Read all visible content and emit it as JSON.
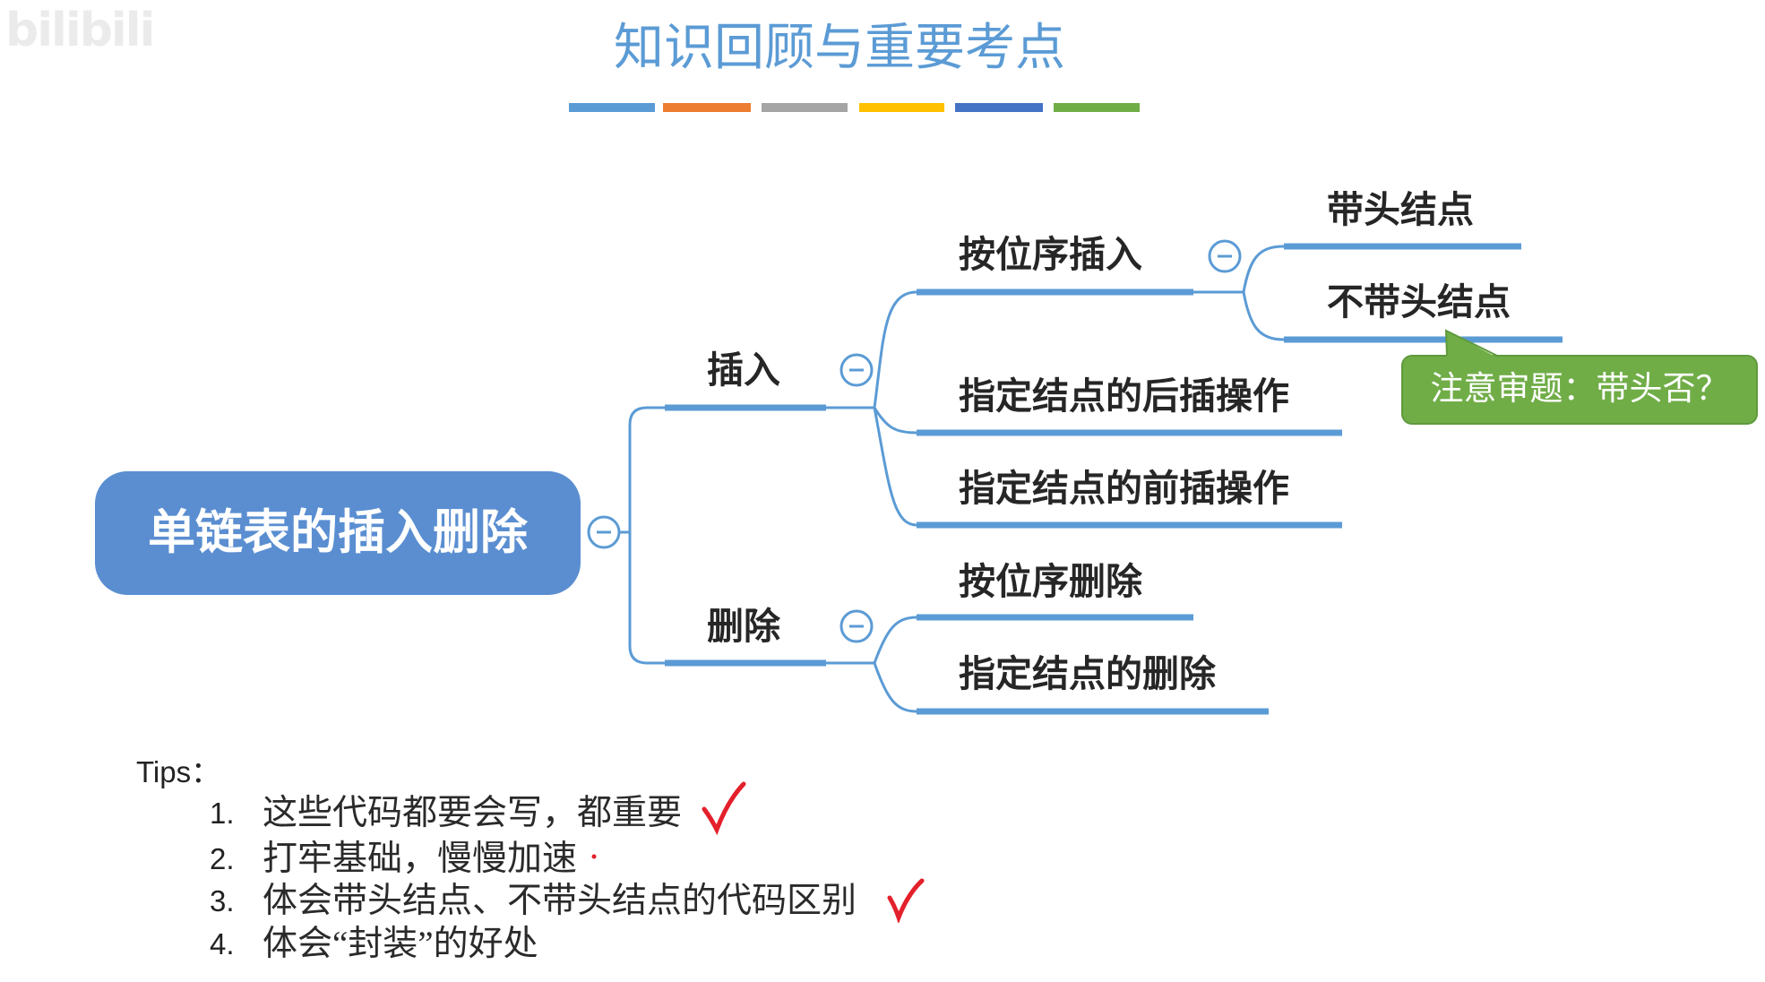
{
  "watermark": "bilibili",
  "header": {
    "title": "知识回顾与重要考点",
    "title_color": "#5b9bd5",
    "divider_colors": [
      "#5b9bd5",
      "#ed7d31",
      "#a5a5a5",
      "#ffc000",
      "#4472c4",
      "#70ad47"
    ]
  },
  "mindmap": {
    "line_color": "#5b9bd5",
    "root": {
      "label": "单链表的插入删除",
      "color": "#5a8ed1"
    },
    "insert": {
      "label": "插入",
      "by_position": {
        "label": "按位序插入",
        "children": [
          "带头结点",
          "不带头结点"
        ]
      },
      "insert_after": "指定结点的后插操作",
      "insert_before": "指定结点的前插操作"
    },
    "delete": {
      "label": "删除",
      "children": [
        "按位序删除",
        "指定结点的删除"
      ]
    }
  },
  "callout": {
    "text": "注意审题：带头否？",
    "color": "#70ad47"
  },
  "tips": {
    "heading": "Tips：",
    "mark_color": "#e3202b",
    "items": [
      {
        "number": "1.",
        "text": "这些代码都要会写，都重要",
        "mark_icon": "checkmark-icon"
      },
      {
        "number": "2.",
        "text": "打牢基础，慢慢加速",
        "mark_icon": "red-dot"
      },
      {
        "number": "3.",
        "text": "体会带头结点、不带头结点的代码区别",
        "mark_icon": "checkmark-icon"
      },
      {
        "number": "4.",
        "text": "体会“封装”的好处",
        "mark_icon": "none"
      }
    ]
  }
}
